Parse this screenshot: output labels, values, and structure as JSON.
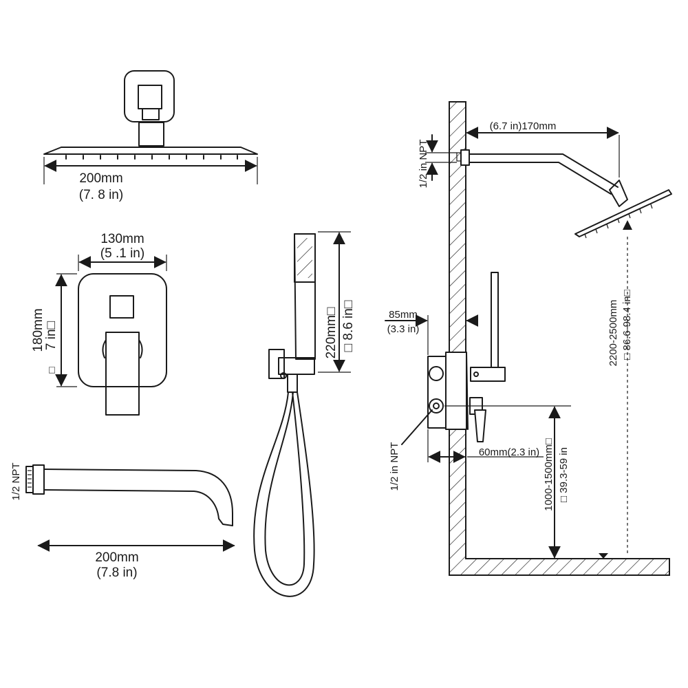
{
  "shower_head": {
    "width_mm": "200mm",
    "width_in": "(7. 8  in)"
  },
  "valve_plate": {
    "width_mm": "130mm",
    "width_in": "(5 .1 in)",
    "height_mm": "180mm",
    "height_in": "7 in□",
    "height_box": "□"
  },
  "hand_shower": {
    "length_mm": "220mm□",
    "length_in": "□ 8.6 in□"
  },
  "tub_spout": {
    "thread": "1/2 NPT",
    "length_mm": "200mm",
    "length_in": "(7.8 in)"
  },
  "installation": {
    "arm_length": "(6.7 in)170mm",
    "arm_thread": "1/2 in NPT",
    "valve_depth_mm": "85mm",
    "valve_depth_in": "(3.3 in)",
    "valve_thread": "1/2 in NPT",
    "valve_offset": "60mm(2.3 in)",
    "valve_height_mm": "1000-1500mm□",
    "valve_height_in": "□ 39.3-59 in",
    "head_height_mm": "2200-2500mm",
    "head_height_in": "□ 86.6-98.4 in□"
  }
}
